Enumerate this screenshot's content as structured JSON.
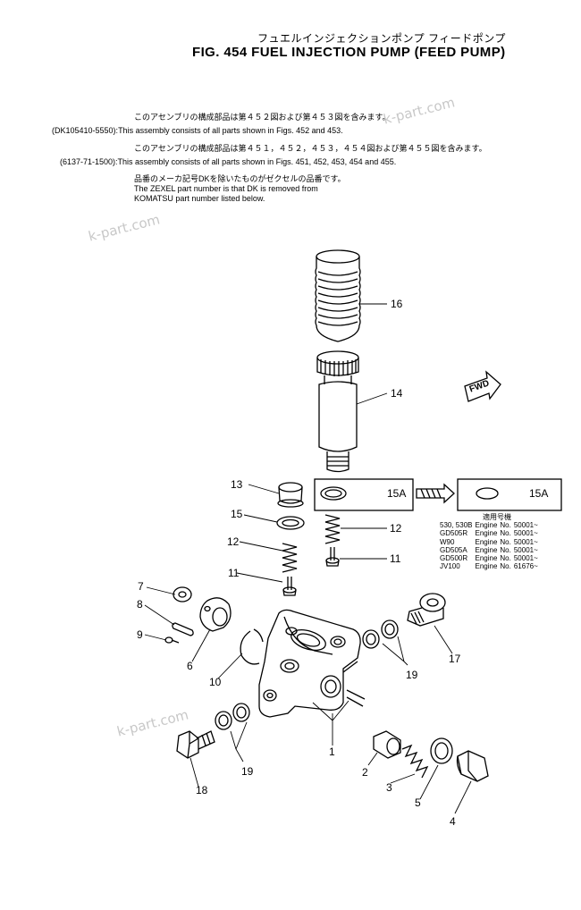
{
  "header": {
    "title_jp": "フュエルインジェクションポンプ フィードポンプ",
    "title_en": "FIG. 454  FUEL INJECTION PUMP (FEED PUMP)"
  },
  "notes": [
    {
      "code": "",
      "jp": "このアセンブリの構成部品は第４５２図および第４５３図を含みます。",
      "en": ""
    },
    {
      "code": "(DK105410-5550):",
      "jp": "",
      "en": "This assembly consists of all parts shown in Figs. 452 and 453."
    },
    {
      "code": "",
      "jp": "このアセンブリの構成部品は第４５１，４５２，４５３，４５４図および第４５５図を含みます。",
      "en": ""
    },
    {
      "code": "(6137-71-1500):",
      "jp": "",
      "en": "This assembly consists of all parts shown in Figs. 451, 452, 453, 454 and 455."
    },
    {
      "code": "",
      "jp": "品番のメーカ記号DKを除いたものがゼクセルの品番です。",
      "en": ""
    },
    {
      "code": "",
      "jp": "",
      "en": "The ZEXEL part number is that DK is removed from"
    },
    {
      "code": "",
      "jp": "",
      "en": "KOMATSU part number listed below."
    }
  ],
  "watermarks": [
    "k-part.com",
    "k-part.com",
    "k-part.com"
  ],
  "fwd_label": "FWD",
  "callouts": [
    "16",
    "14",
    "13",
    "15A",
    "15A",
    "15",
    "12",
    "12",
    "11",
    "11",
    "7",
    "8",
    "9",
    "6",
    "10",
    "17",
    "19",
    "1",
    "2",
    "3",
    "5",
    "4",
    "19",
    "18"
  ],
  "applicability": {
    "header": "適用号機",
    "rows": [
      {
        "model": "530, 530B",
        "engine": "Engine",
        "no": "No.",
        "serial": "50001~"
      },
      {
        "model": "GD505R",
        "engine": "Engine",
        "no": "No.",
        "serial": "50001~"
      },
      {
        "model": "W90",
        "engine": "Engine",
        "no": "No.",
        "serial": "50001~"
      },
      {
        "model": "GD505A",
        "engine": "Engine",
        "no": "No.",
        "serial": "50001~"
      },
      {
        "model": "GD500R",
        "engine": "Engine",
        "no": "No.",
        "serial": "50001~"
      },
      {
        "model": "JV100",
        "engine": "Engine",
        "no": "No.",
        "serial": "61676~"
      }
    ]
  }
}
